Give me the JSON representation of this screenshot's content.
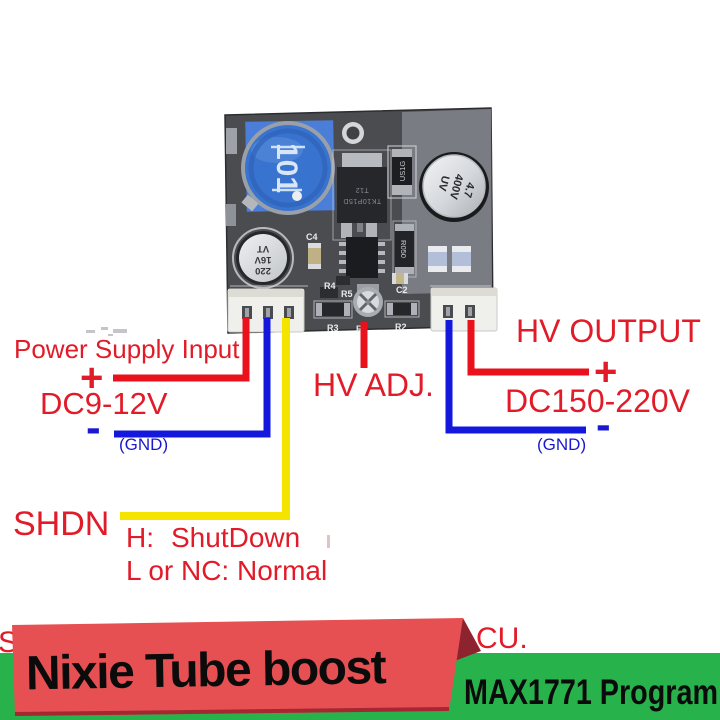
{
  "annotations": {
    "power": {
      "title": "Power Supply Input",
      "plus": "+",
      "range": "DC9-12V",
      "minus": "-",
      "gnd": "(GND)"
    },
    "adj": {
      "label": "HV ADJ."
    },
    "output": {
      "title": "HV OUTPUT",
      "plus": "+",
      "range": "DC150-220V",
      "minus": "-",
      "gnd": "(GND)"
    },
    "shdn": {
      "label": "SHDN",
      "high_key": "H:",
      "high_val": "ShutDown",
      "low": "L or NC: Normal"
    },
    "covered_text": {
      "left": "S",
      "right": "CU."
    }
  },
  "banner": {
    "ribbon": "Nixie Tube boost",
    "strip": "MAX1771 Program"
  },
  "board": {
    "inductor": "101",
    "hv_capacitor": {
      "l1": "4.7",
      "l2": "400V",
      "l3": "UV"
    },
    "input_capacitor": {
      "l1": "220",
      "l2": "16V",
      "l3": "VT"
    },
    "mosfet": {
      "l1": "TK10P15D",
      "l2": "T12"
    },
    "diode": "US1G",
    "shunt": "R050",
    "labels": {
      "c4": "C4",
      "r4": "R4",
      "r5": "R5",
      "r3": "R3",
      "r1": "R1",
      "r2": "R2",
      "c2": "C2"
    }
  },
  "colors": {
    "annotation_red": "#e11b28",
    "annotation_blue": "#1b18cf",
    "wire_yellow": "#f5e400",
    "band_green": "#28b24c",
    "ribbon_red": "#e65052",
    "ribbon_fold": "#8e2330",
    "board_gray": "#4a4c50",
    "inductor_blue": "#3873cf"
  }
}
